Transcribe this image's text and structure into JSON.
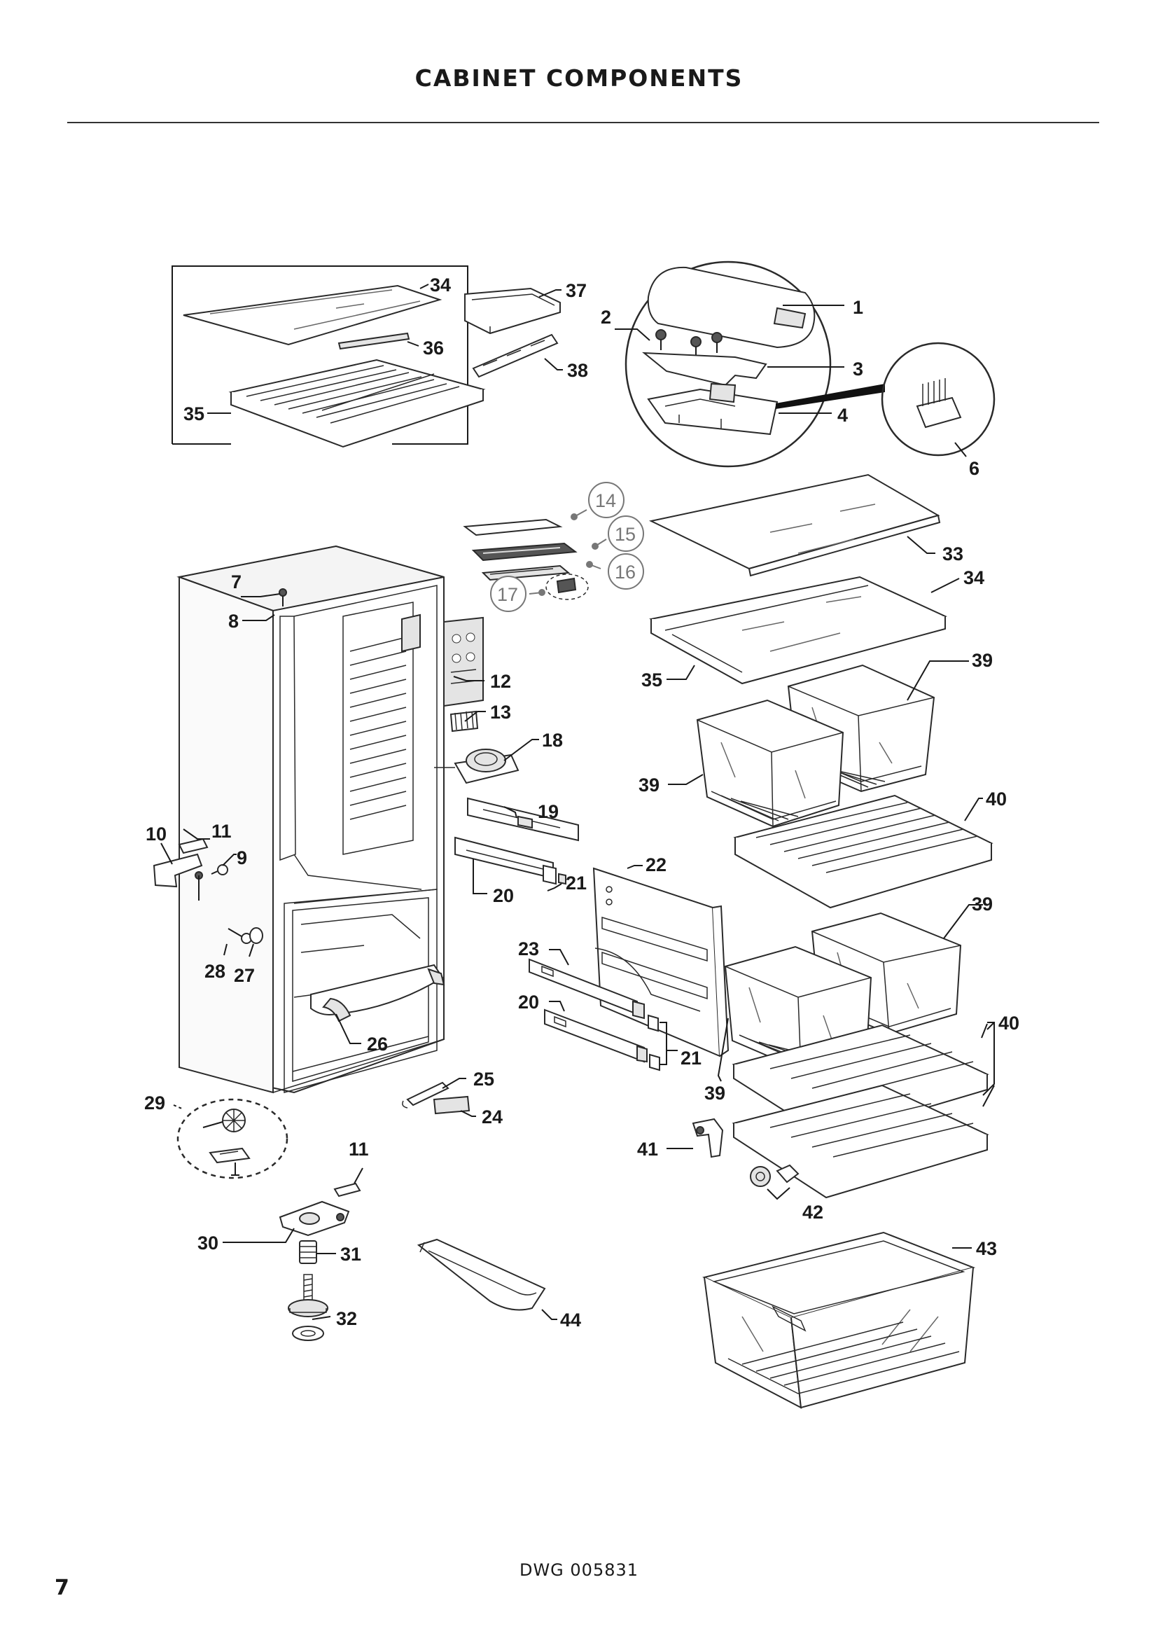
{
  "title": "CABINET COMPONENTS",
  "drawing_number": "DWG 005831",
  "page_number": "7",
  "callouts": {
    "c1": "1",
    "c2": "2",
    "c3": "3",
    "c4": "4",
    "c6": "6",
    "c7": "7",
    "c8": "8",
    "c9": "9",
    "c10": "10",
    "c11a": "11",
    "c11b": "11",
    "c12": "12",
    "c13": "13",
    "c14": "14",
    "c15": "15",
    "c16": "16",
    "c17": "17",
    "c18": "18",
    "c19": "19",
    "c20a": "20",
    "c20b": "20",
    "c21a": "21",
    "c21b": "21",
    "c22": "22",
    "c23": "23",
    "c24": "24",
    "c25": "25",
    "c26": "26",
    "c27": "27",
    "c28": "28",
    "c29": "29",
    "c30": "30",
    "c31": "31",
    "c32": "32",
    "c33": "33",
    "c34a": "34",
    "c34b": "34",
    "c35a": "35",
    "c35b": "35",
    "c36": "36",
    "c37": "37",
    "c38": "38",
    "c39a": "39",
    "c39b": "39",
    "c39c": "39",
    "c39d": "39",
    "c40a": "40",
    "c40b": "40",
    "c41": "41",
    "c42": "42",
    "c43": "43",
    "c44": "44"
  }
}
